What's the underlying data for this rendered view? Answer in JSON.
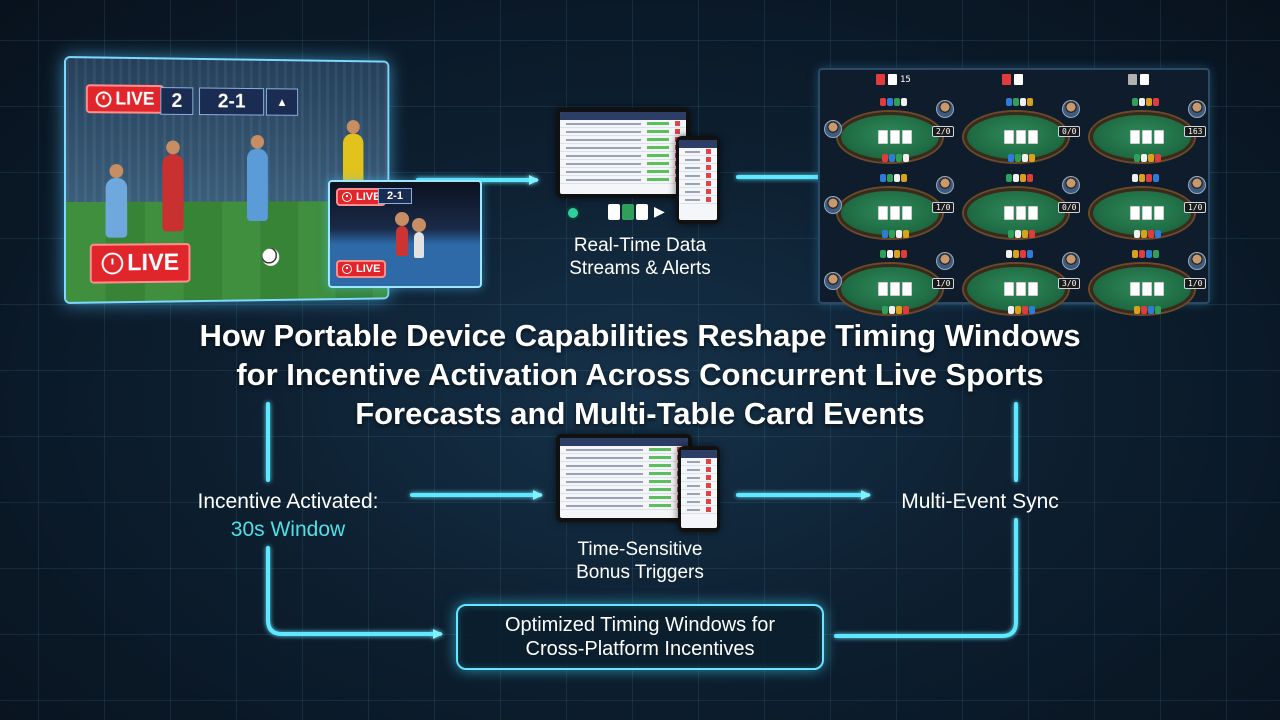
{
  "sports": {
    "live_label": "LIVE",
    "score_digit": "2",
    "score": "2-1",
    "inset_live_label": "LIVE",
    "inset_score": "2-1",
    "bottom_live_label": "LIVE"
  },
  "data_streams": {
    "caption_line1": "Real-Time Data",
    "caption_line2": "Streams & Alerts"
  },
  "poker": {
    "table_tags": [
      "15",
      "",
      ""
    ],
    "stacks": [
      "2/0",
      "0/0",
      "163",
      "1/0",
      "0/0",
      "1/0",
      "1/0",
      "3/0",
      "1/0"
    ]
  },
  "title": {
    "line1": "How Portable Device Capabilities Reshape Timing Windows",
    "line2": "for Incentive Activation Across Concurrent Live Sports",
    "line3": "Forecasts and Multi-Table Card Events"
  },
  "flow": {
    "incentive_line1": "Incentive Activated:",
    "incentive_line2": "30s Window",
    "triggers_line1": "Time-Sensitive",
    "triggers_line2": "Bonus Triggers",
    "sync_label": "Multi-Event Sync",
    "optimized_line1": "Optimized Timing Windows for",
    "optimized_line2": "Cross-Platform Incentives"
  },
  "colors": {
    "accent": "#66e6ff",
    "highlight_text": "#4fe0e8",
    "live_red": "#e0262b",
    "felt_green": "#1f6b43"
  }
}
